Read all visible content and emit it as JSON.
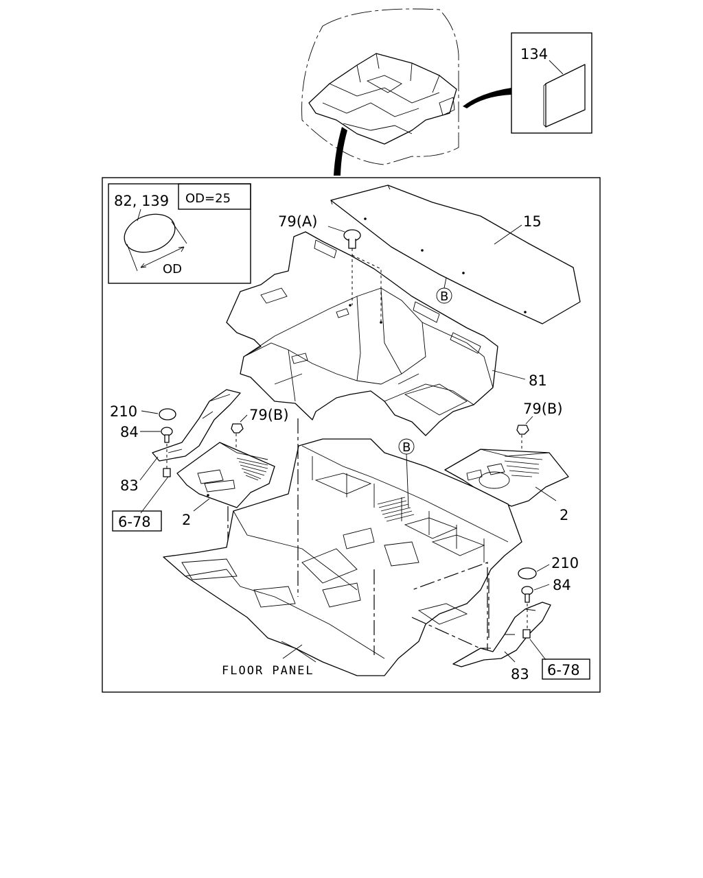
{
  "callouts": {
    "c134": "134",
    "c15": "15",
    "c81": "81",
    "c79a": "79(A)",
    "c79b_left": "79(B)",
    "c79b_right": "79(B)",
    "c210_left": "210",
    "c210_right": "210",
    "c84_left": "84",
    "c84_right": "84",
    "c83_left": "83",
    "c83_right": "83",
    "c2_left": "2",
    "c2_right": "2",
    "ref_left": "6-78",
    "ref_right": "6-78",
    "marker_b_top": "B",
    "marker_b_mid": "B",
    "floor_panel": "FLOOR PANEL"
  },
  "inset": {
    "part_numbers": "82, 139",
    "od_spec": "OD=25",
    "dimension_label": "OD"
  }
}
